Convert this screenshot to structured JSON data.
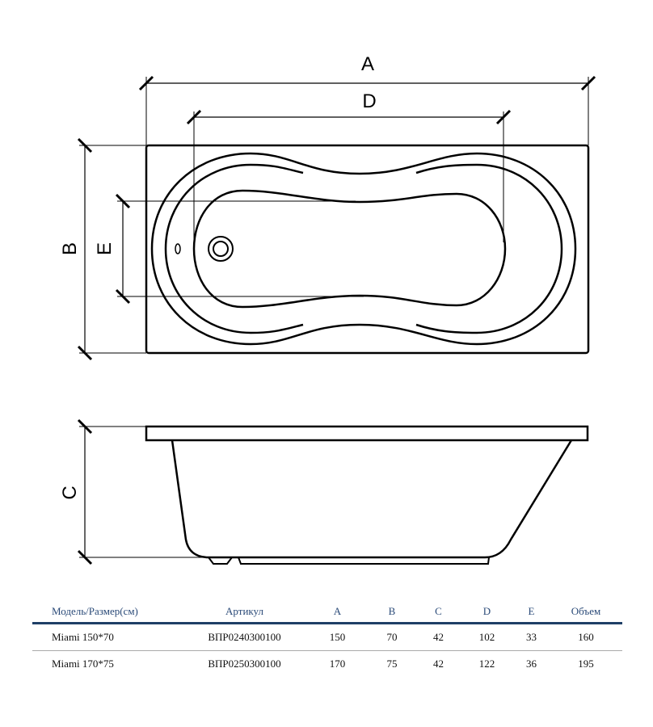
{
  "drawing": {
    "labels": {
      "A": "A",
      "B": "B",
      "C": "C",
      "D": "D",
      "E": "E"
    }
  },
  "table": {
    "headers": [
      "Модель/Размер(см)",
      "Артикул",
      "A",
      "B",
      "C",
      "D",
      "E",
      "Объем"
    ],
    "rows": [
      [
        "Miami 150*70",
        "ВПР0240300100",
        "150",
        "70",
        "42",
        "102",
        "33",
        "160"
      ],
      [
        "Miami 170*75",
        "ВПР0250300100",
        "170",
        "75",
        "42",
        "122",
        "36",
        "195"
      ]
    ],
    "header_color": "#2a4a78",
    "rule_color": "#1f3f66"
  }
}
